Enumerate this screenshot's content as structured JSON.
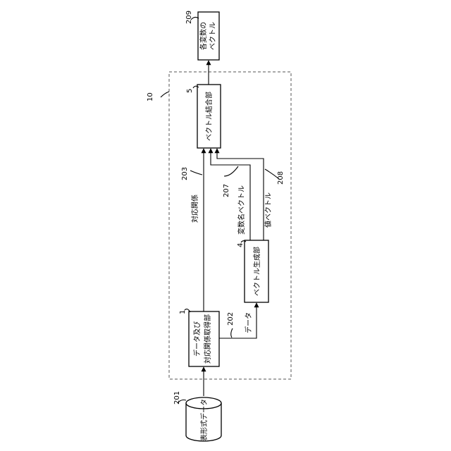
{
  "system": {
    "ref": "10"
  },
  "nodes": {
    "tabular_data": {
      "ref": "201",
      "label": "表形式データ"
    },
    "acquirer": {
      "ref": "1",
      "line1": "データ及び",
      "line2": "対応関係取得部"
    },
    "vector_generator": {
      "ref": "4",
      "label": "ベクトル生成部"
    },
    "vector_combiner": {
      "ref": "5",
      "label": "ベクトル結合部"
    },
    "output": {
      "ref": "209",
      "line1": "各変数の",
      "line2": "ベクトル"
    }
  },
  "edges": {
    "correspondence": {
      "ref": "203",
      "label": "対応関係"
    },
    "data": {
      "ref": "202",
      "label": "データ"
    },
    "var_name_vector": {
      "ref": "207",
      "label": "変数名ベクトル"
    },
    "value_vector": {
      "ref": "208",
      "label": "値ベクトル"
    }
  }
}
